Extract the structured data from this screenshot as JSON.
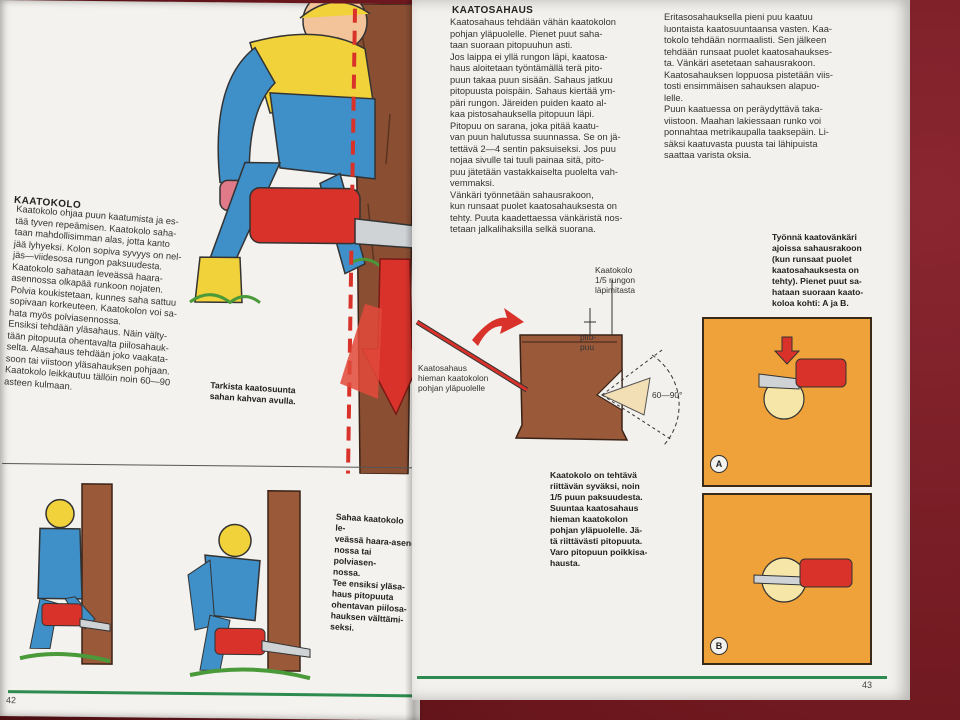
{
  "left_page": {
    "kaatokolo_heading": "KAATOKOLO",
    "kaatokolo_text": "Kaatokolo ohjaa puun kaatumista ja es-\ntää tyven repeämisen. Kaatokolo saha-\ntaan mahdollisimman alas, jotta kanto\njää lyhyeksi. Kolon sopiva syvyys on nel-\njäs—viidesosa rungon paksuudesta.\n    Kaatokolo sahataan leveässä haara-\nasennossa olkapää runkoon nojaten.\nPolvia koukistetaan, kunnes saha sattuu\nsopivaan korkeuteen. Kaatokolon voi sa-\nhata myös polviasennossa.\n    Ensiksi tehdään yläsahaus. Näin välty-\ntään pitopuuta ohentavalta piilosahauk-\nselta. Alasahaus tehdään joko vaakata-\nsoon tai viistoon yläsahauksen pohjaan.\nKaatokolo leikkautuu tällöin noin 60—90\nasteen kulmaan.",
    "caption_direction": "Tarkista kaatosuunta\nsahan kahvan avulla.",
    "caption_bottom": "Sahaa kaatokolo le-\nveässä haara-asen-\nnossa tai polviasen-\nnossa.\nTee ensiksi yläsa-\nhaus pitopuuta\nohentavan piilosa-\nhauksen välttämi-\nseksi.",
    "page_number": "42"
  },
  "right_page": {
    "kaatosahaus_heading": "KAATOSAHAUS",
    "col1_text": "Kaatosahaus tehdään vähän kaatokolon\npohjan yläpuolelle. Pienet puut saha-\ntaan suoraan pitopuuhun asti.\n    Jos laippa ei yllä rungon läpi, kaatosa-\nhaus aloitetaan työntämällä terä pito-\npuun takaa puun sisään. Sahaus jatkuu\npitopuusta poispäin. Sahaus kiertää ym-\npäri rungon. Järeiden puiden kaato al-\nkaa pistosahauksella pitopuun läpi.\n    Pitopuu on sarana, joka pitää kaatu-\nvan puun halutussa suunnassa. Se on jä-\ntettävä 2—4 sentin paksuiseksi. Jos puu\nnojaa sivulle tai tuuli painaa sitä, pito-\npuu jätetään vastakkaiselta puolelta vah-\nvemmaksi.\n    Vänkäri työnnetään sahausrakoon,\nkun runsaat puolet kaatosahauksesta on\ntehty. Puuta kaadettaessa vänkäristä nos-\ntetaan jalkalihaksilla selkä suorana.",
    "col2_text": "    Eritasosahauksella pieni puu kaatuu\nluontaista kaatosuuntaansa vasten. Kaa-\ntokolo tehdään normaalisti. Sen jälkeen\ntehdään runsaat puolet kaatosahaukses-\nta. Vänkäri asetetaan sahausrakoon.\nKaatosahauksen loppuosa pistetään viis-\ntosti ensimmäisen sahauksen alapuo-\nlelle.\n    Puun kaatuessa on peräydyttävä taka-\nviistoon. Maahan lakiessaan runko voi\nponnahtaa metrikaupalla taaksepäin. Li-\nsäksi kaatuvasta puusta tai lähipuista\nsaattaa varista oksia.",
    "label_kaatokolo": "Kaatokolo\n1/5 rungon\nläpimitasta",
    "label_pitopuu": "pito-\npuu",
    "label_kaatosahaus": "Kaatosahaus\nhieman kaatokolon\npohjan yläpuolelle",
    "label_angle": "60—90°",
    "caption_center": "Kaatokolo on tehtävä\nriittävän syväksi, noin\n1/5 puun paksuudesta.\nSuuntaa kaatosahaus\nhieman kaatokolon\npohjan yläpuolelle. Jä-\ntä riittävästi pitopuuta.\nVaro pitopuun poikkisa-\nhausta.",
    "caption_right": "Työnnä kaatovänkäri\najoissa sahausrakoon\n(kun runsaat puolet\nkaatosahauksesta on\ntehty). Pienet puut sa-\nhataan suoraan kaato-\nkoloa kohti: A ja B.",
    "label_a": "A",
    "label_b": "B",
    "page_number": "43"
  },
  "colors": {
    "page": "#f4f2ee",
    "orange_panel": "#f0a23a",
    "red_arrow": "#d8322a",
    "green_rule": "#2e8b4f",
    "tree_brown": "#9a5a3a",
    "worker_blue": "#3f8fc8",
    "worker_yellow": "#f2d23a"
  }
}
